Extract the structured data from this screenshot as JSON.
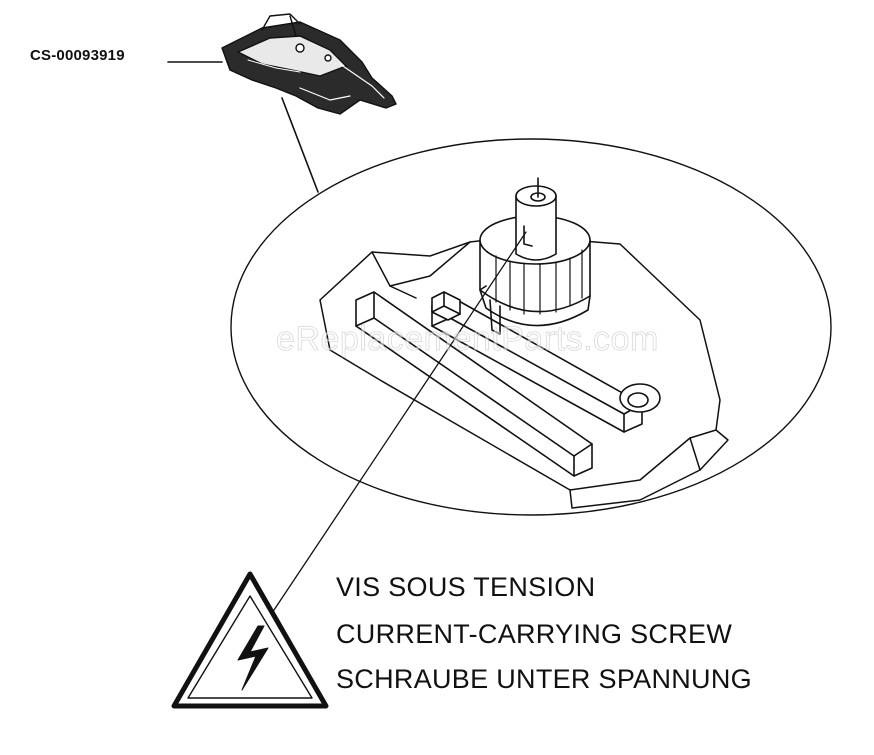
{
  "part": {
    "number": "CS-00093919"
  },
  "warning": {
    "line_fr": "VIS SOUS TENSION",
    "line_en": "CURRENT-CARRYING SCREW",
    "line_de": "SCHRAUBE UNTER SPANNUNG",
    "icon": "high-voltage-warning-icon"
  },
  "watermark": {
    "text": "eReplacementParts.com"
  },
  "colors": {
    "ink": "#111111",
    "paper": "#ffffff",
    "watermark": "#b8b8b8"
  }
}
